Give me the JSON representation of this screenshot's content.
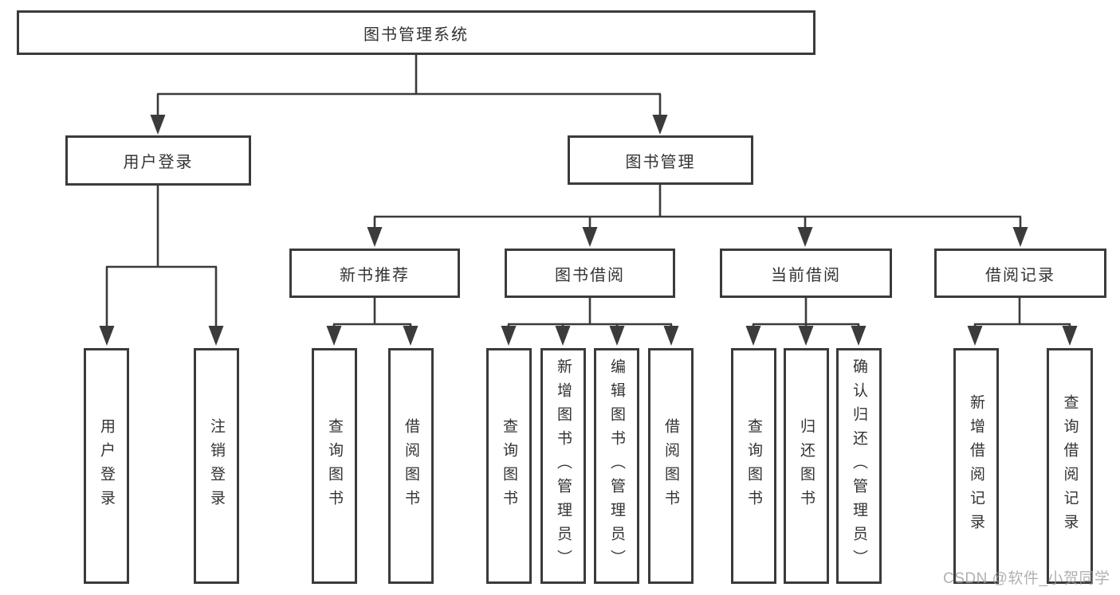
{
  "diagram": {
    "root": "图书管理系统",
    "level2": {
      "user_login": "用户登录",
      "book_mgmt": "图书管理"
    },
    "level3": {
      "new_book": "新书推荐",
      "borrow": "图书借阅",
      "current": "当前借阅",
      "record": "借阅记录"
    },
    "leaf": {
      "login1": "用户登录",
      "login2": "注销登录",
      "nb1": "查询图书",
      "nb2": "借阅图书",
      "bb1": "查询图书",
      "bb2": "新增图书（管理员）",
      "bb3": "编辑图书（管理员）",
      "bb4": "借阅图书",
      "cb1": "查询图书",
      "cb2": "归还图书",
      "cb3": "确认归还（管理员）",
      "br1": "新增借阅记录",
      "br2": "查询借阅记录"
    },
    "watermark": "CSDN @软件_小贺同学",
    "colors": {
      "line": "#3b3b3b",
      "text": "#333333",
      "watermark": "#9d9d9d",
      "background": "#ffffff"
    }
  }
}
